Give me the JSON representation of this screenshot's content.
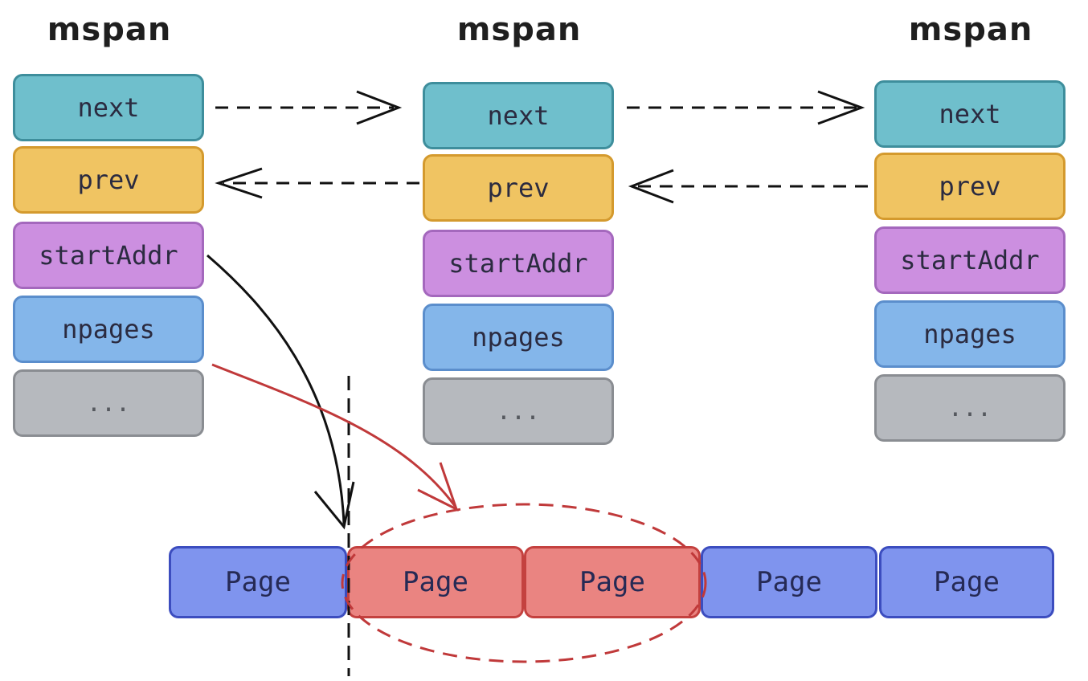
{
  "columns": [
    {
      "title": "mspan",
      "fields": {
        "next": "next",
        "prev": "prev",
        "start": "startAddr",
        "npages": "npages",
        "more": "..."
      }
    },
    {
      "title": "mspan",
      "fields": {
        "next": "next",
        "prev": "prev",
        "start": "startAddr",
        "npages": "npages",
        "more": "..."
      }
    },
    {
      "title": "mspan",
      "fields": {
        "next": "next",
        "prev": "prev",
        "start": "startAddr",
        "npages": "npages",
        "more": "..."
      }
    }
  ],
  "pages": [
    "Page",
    "Page",
    "Page",
    "Page",
    "Page"
  ],
  "colors": {
    "next": "#6fbfcc",
    "prev": "#f0c462",
    "startAddr": "#cc8fe0",
    "npages": "#84b6ea",
    "more": "#b6b9be",
    "page_free": "#7f94ee",
    "page_span": "#ea8481",
    "arrow_start": "#111111",
    "arrow_npages": "#c0393a"
  }
}
